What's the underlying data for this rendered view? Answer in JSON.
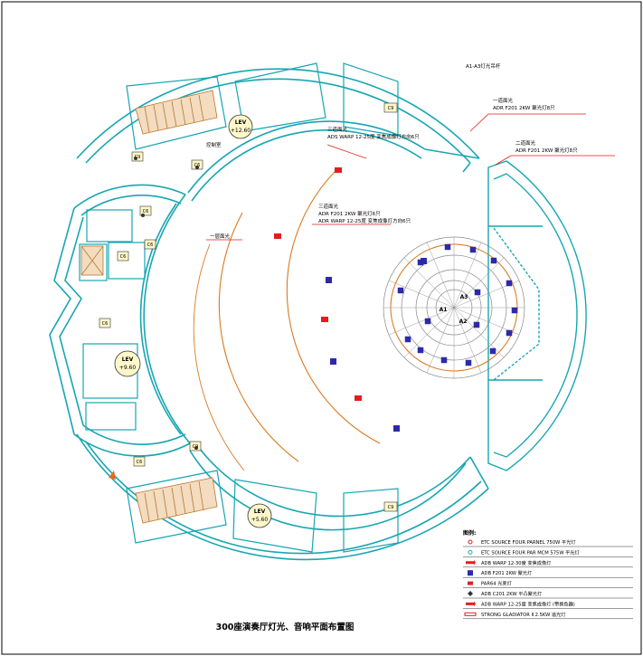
{
  "title": "300座演奏厅灯光、音响平面布置图",
  "corner_label": "A1-A3灯光吊杆",
  "annotations": {
    "first_face_light": [
      "一道面光",
      "ADR F201 2KW 聚光灯8只"
    ],
    "second_face_light": [
      "二道面光",
      "ADR F201 2KW 聚光灯8只"
    ],
    "third_face_light": [
      "三道面光",
      "ADS WARP 12-25度 变焦成像灯方向6只"
    ],
    "third_face_light_b": [
      "三道面光",
      "ADR F201 2KW 聚光灯6只",
      "ADR WARP 12-25度 变焦成像灯方向6只"
    ],
    "audience_label": "一层面光",
    "control_label": "控制室"
  },
  "rooms": {
    "lev_upper": [
      "LEV",
      "+12.60"
    ],
    "lev_middle": [
      "LEV",
      "+9.60"
    ],
    "lev_lower": [
      "LEV",
      "+5.60"
    ],
    "door_tags": [
      "C9",
      "C9",
      "C6",
      "C6",
      "C6",
      "C6",
      "C6",
      "C9",
      "C6",
      "C9"
    ]
  },
  "stage_labels": [
    "A1",
    "A2",
    "A3"
  ],
  "legend": {
    "heading": "图例:",
    "items": [
      {
        "text": "ETC SOURCE FOUR PARNEL 750W 平光灯",
        "color": "#e31d1d",
        "symbol": "o"
      },
      {
        "text": "ETC SOURCE FOUR PAR MCM 575W 平光灯",
        "color": "#18a8b8",
        "symbol": "o"
      },
      {
        "text": "ADB WARP 12-30度 变焦成像灯",
        "color": "#e31d1d",
        "symbol": "fixture"
      },
      {
        "text": "ADB F201 2KW 聚光灯",
        "color": "#2d2aa8",
        "symbol": "square"
      },
      {
        "text": "PAR64 光束灯",
        "color": "#e31d1d",
        "symbol": "rect"
      },
      {
        "text": "ADB C201 2KW 平凸聚光灯",
        "color": "#333333",
        "symbol": "diamond"
      },
      {
        "text": "ADB WARP 12-25度 变焦成像灯 (带换色器)",
        "color": "#e31d1d",
        "symbol": "fixture2"
      },
      {
        "text": "STRONG GLADIATOR Ⅱ 2.5KW 追光灯",
        "color": "#e31d1d",
        "symbol": "long"
      }
    ]
  },
  "colors": {
    "wall": "#17a6b2",
    "wall_fill": "#cfeef1",
    "stair": "#b9782f",
    "curve": "#d97a1f",
    "fixture_red": "#e31d1d",
    "fixture_blue": "#2d2aa8",
    "annotation_line": "#e31d1d"
  }
}
